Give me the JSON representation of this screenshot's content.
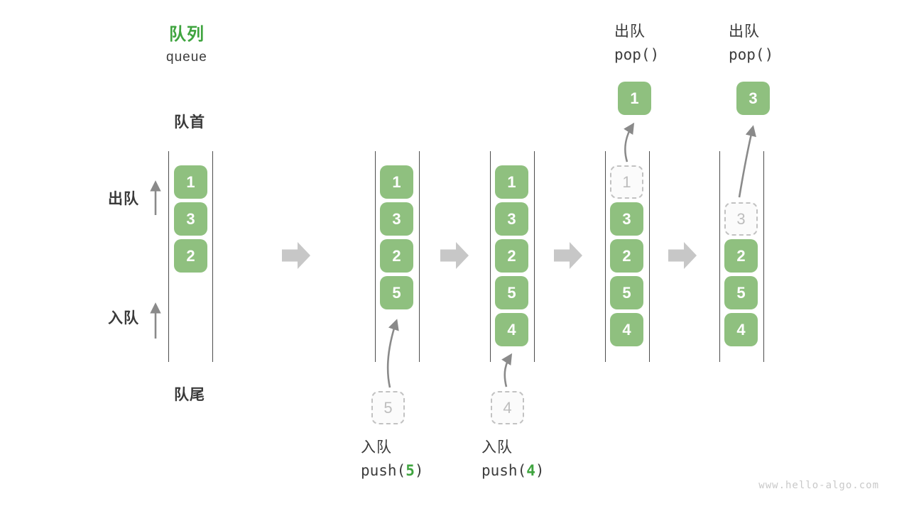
{
  "header": {
    "title_zh": "队列",
    "title_en": "queue"
  },
  "side_labels": {
    "front": "队首",
    "rear": "队尾",
    "dequeue": "出队",
    "enqueue": "入队"
  },
  "operations": {
    "push5": {
      "label": "入队",
      "fn_open": "push(",
      "arg": "5",
      "fn_close": ")"
    },
    "push4": {
      "label": "入队",
      "fn_open": "push(",
      "arg": "4",
      "fn_close": ")"
    },
    "pop1": {
      "label": "出队",
      "fn": "pop()"
    },
    "pop3": {
      "label": "出队",
      "fn": "pop()"
    }
  },
  "states": [
    {
      "slots": [
        "1",
        "3",
        "2"
      ]
    },
    {
      "slots": [
        "1",
        "3",
        "2",
        "5"
      ],
      "incoming": "5"
    },
    {
      "slots": [
        "1",
        "3",
        "2",
        "5",
        "4"
      ],
      "incoming": "4"
    },
    {
      "ghost": "1",
      "slots": [
        "3",
        "2",
        "5",
        "4"
      ],
      "popped": "1"
    },
    {
      "ghost": "3",
      "slots": [
        "2",
        "5",
        "4"
      ],
      "popped": "3"
    }
  ],
  "watermark": "www.hello-algo.com",
  "colors": {
    "accent_green": "#3FA43F",
    "box_green": "#8FC07F",
    "box_text": "#FFFFFF",
    "ghost_border": "#C2C2C2",
    "ghost_text": "#BDBDBD",
    "label_dark": "#3A3A3A",
    "arrow_gray": "#8A8A8A",
    "step_arrow_gray": "#C7C7C7",
    "channel_line": "#4C4C4C",
    "watermark_gray": "#C9C9C9"
  }
}
